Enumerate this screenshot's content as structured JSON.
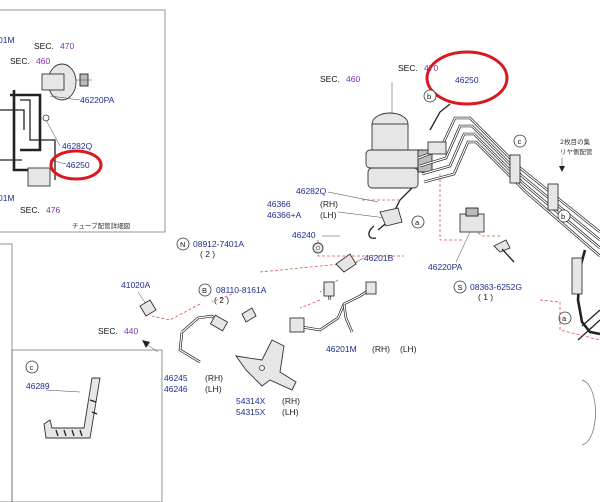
{
  "inset": {
    "sec_470_label": "SEC.",
    "sec_470_num": "470",
    "sec_460_label": "SEC.",
    "sec_460_num": "460",
    "sec_476_label": "SEC.",
    "sec_476_num": "476",
    "pn_46220PA": "46220PA",
    "pn_46282Q": "46282Q",
    "pn_46250": "46250",
    "pn_1M_top": "01M",
    "pn_1M_bottom": "01M",
    "caption": "チューブ配管詳細図"
  },
  "lower_left": {
    "circle_c": "c",
    "pn_46289": "46289"
  },
  "main": {
    "sec_460_label": "SEC.",
    "sec_460_num": "460",
    "sec_470_label": "SEC.",
    "sec_470_num": "470",
    "sec_440_label": "SEC.",
    "sec_440_num": "440",
    "pn_46250": "46250",
    "pn_46282Q": "46282Q",
    "pn_46366": "46366",
    "pn_46366A": "46366+A",
    "rh": "(RH)",
    "lh": "(LH)",
    "pn_46240": "46240",
    "pn_46201B": "46201B",
    "pn_46201M": "46201M",
    "pn_46220PA": "46220PA",
    "pn_08363": "08363-6252G",
    "qty_08363": "( 1 )",
    "pn_08912": "08912-7401A",
    "qty_08912": "( 2 )",
    "pn_08110": "08110-8161A",
    "qty_08110": "( 2 )",
    "pn_41020A": "41020A",
    "pn_46245": "46245",
    "pn_46246": "46246",
    "pn_54314X": "54314X",
    "pn_54315X": "54315X",
    "circle_n": "N",
    "circle_b": "B",
    "circle_s": "S",
    "circle_a": "a",
    "circle_b_small": "b",
    "circle_c": "c",
    "note_line1": "2枚目の集",
    "note_line2": "リヤ側配管"
  }
}
